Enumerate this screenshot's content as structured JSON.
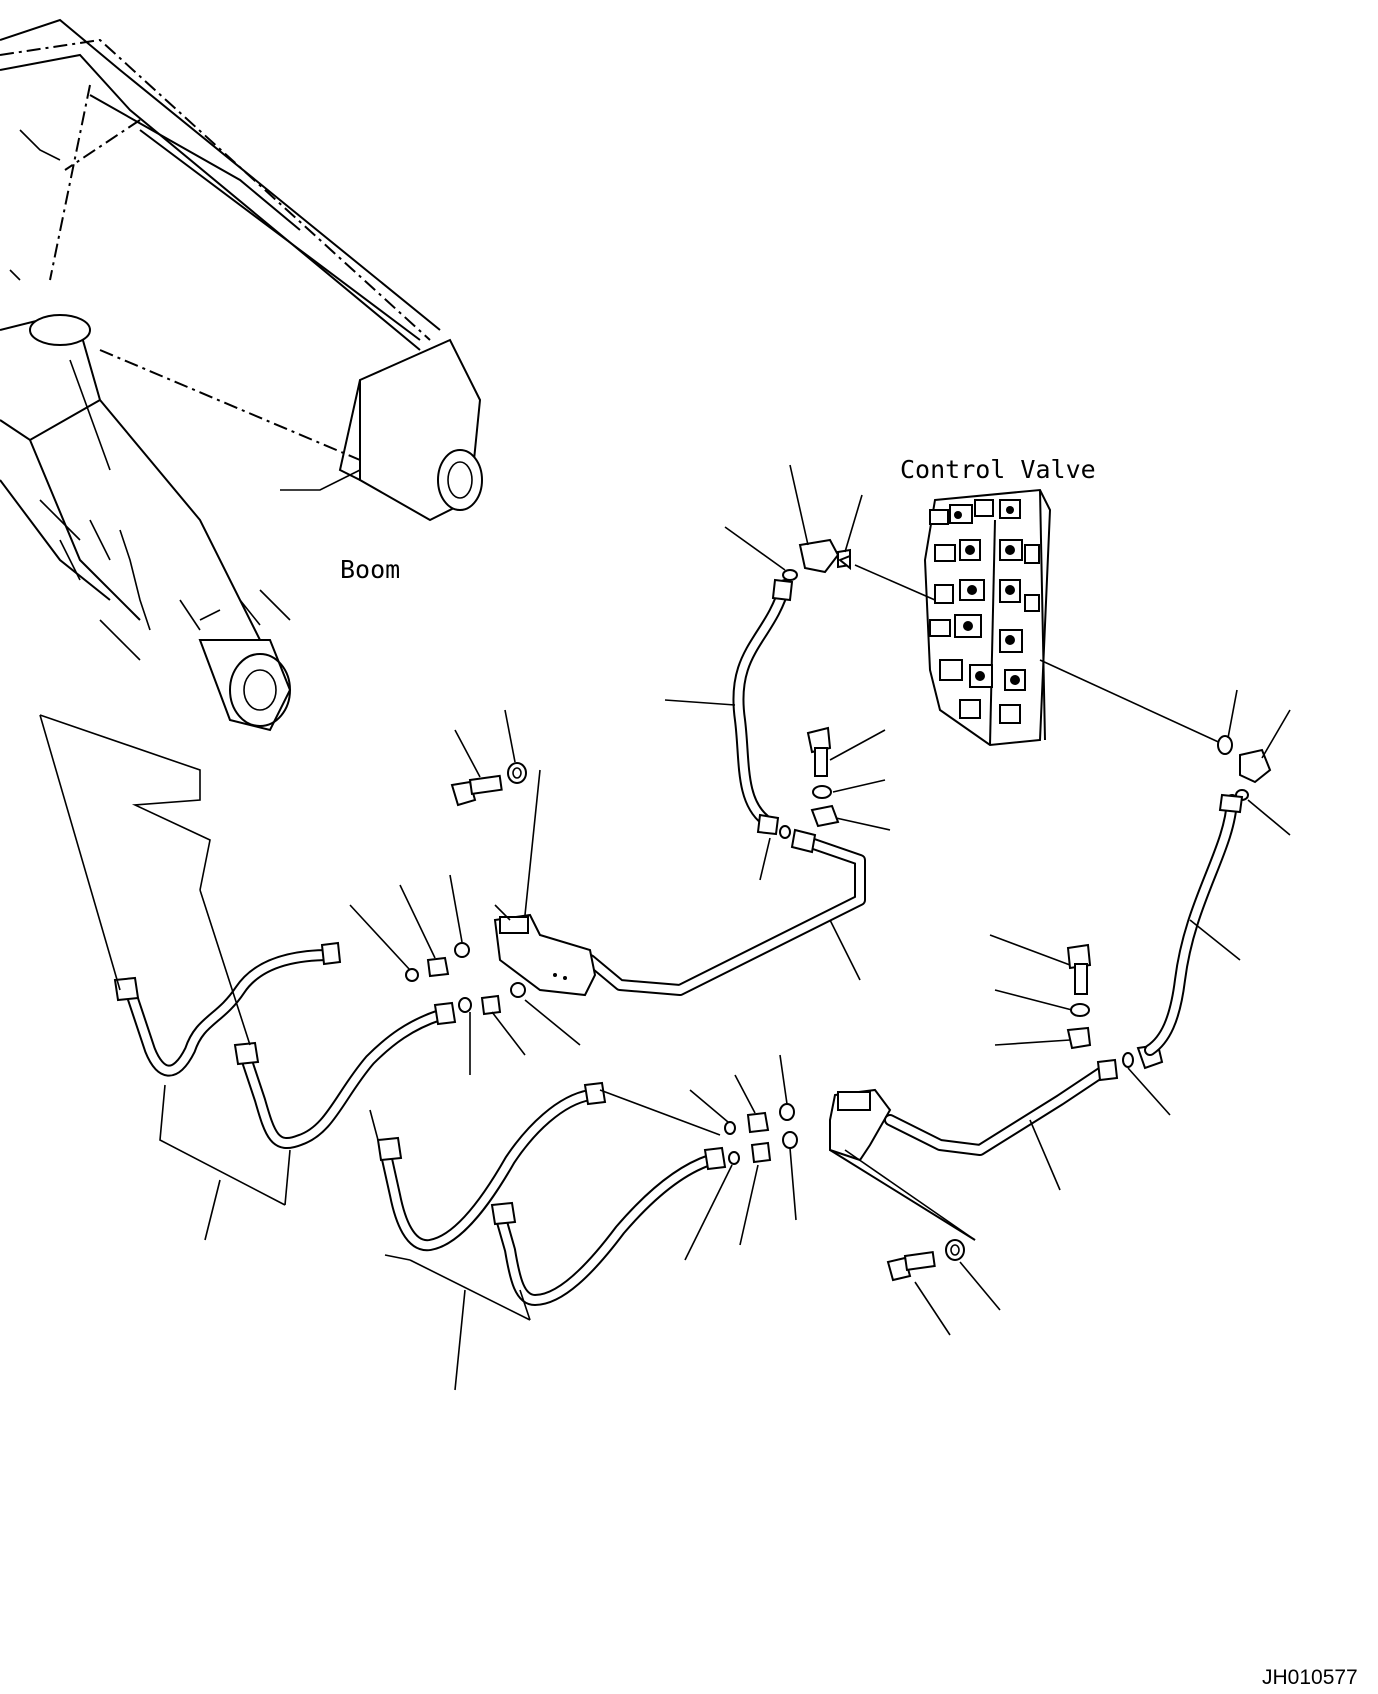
{
  "labels": {
    "control_valve": "Control Valve",
    "boom": "Boom",
    "reference_code": "JH010577"
  },
  "colors": {
    "line": "#000000",
    "background": "#ffffff"
  }
}
